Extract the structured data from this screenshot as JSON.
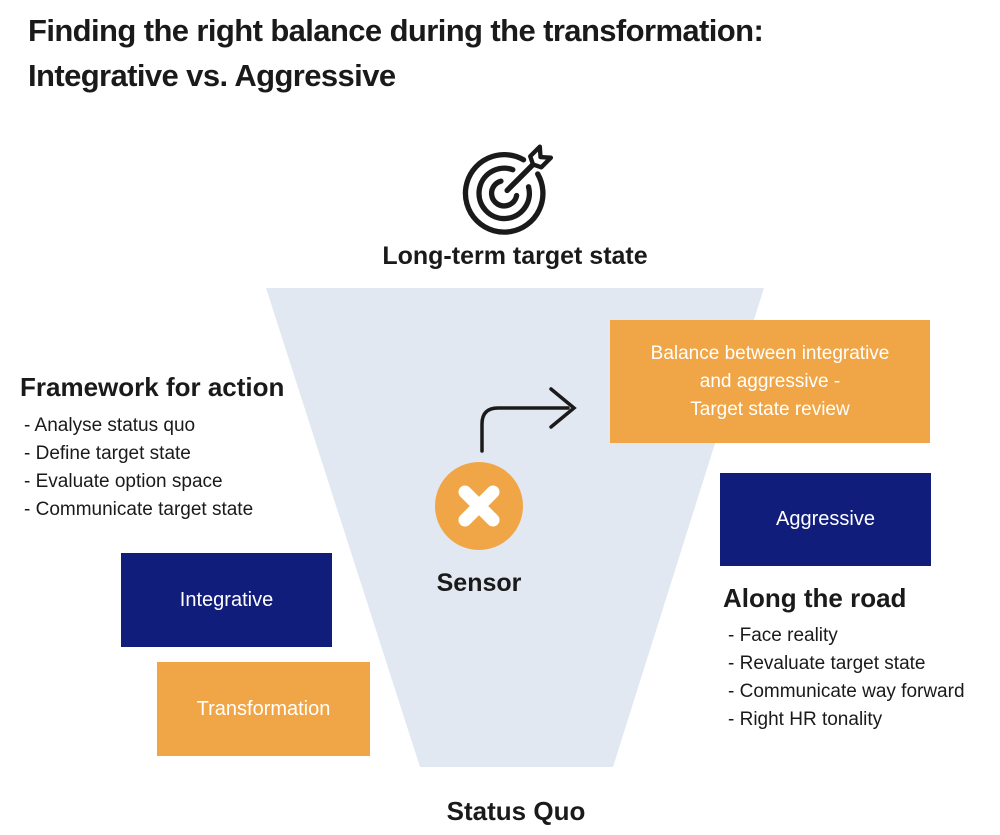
{
  "slide": {
    "title_line1": "Finding the right balance during the transformation:",
    "title_line2": "Integrative vs. Aggressive"
  },
  "funnel": {
    "top_label": "Long-term target state",
    "bottom_label": "Status Quo"
  },
  "sensor": {
    "label": "Sensor"
  },
  "framework": {
    "heading": "Framework for action",
    "items": [
      "- Analyse status quo",
      "- Define target state",
      "- Evaluate option space",
      "- Communicate target state"
    ]
  },
  "along_the_road": {
    "heading": "Along the road",
    "items": [
      "- Face reality",
      "- Revaluate target state",
      "- Communicate way forward",
      "- Right HR tonality"
    ]
  },
  "boxes": {
    "integrative": {
      "label": "Integrative"
    },
    "transformation": {
      "label": "Transformation"
    },
    "aggressive": {
      "label": "Aggressive"
    },
    "balance": {
      "lines": [
        "Balance between integrative",
        "and aggressive -",
        "Target state review"
      ]
    }
  },
  "icons": {
    "target": "bullseye-target-with-arrow-icon",
    "sensor_mark": "x-cross-icon",
    "flow_arrow": "curved-right-arrow-icon"
  },
  "colors": {
    "orange": "#F0A646",
    "navy": "#101D7B",
    "funnel": "#E2E8F1",
    "ink": "#1A1A1A",
    "white": "#FFFFFF"
  }
}
